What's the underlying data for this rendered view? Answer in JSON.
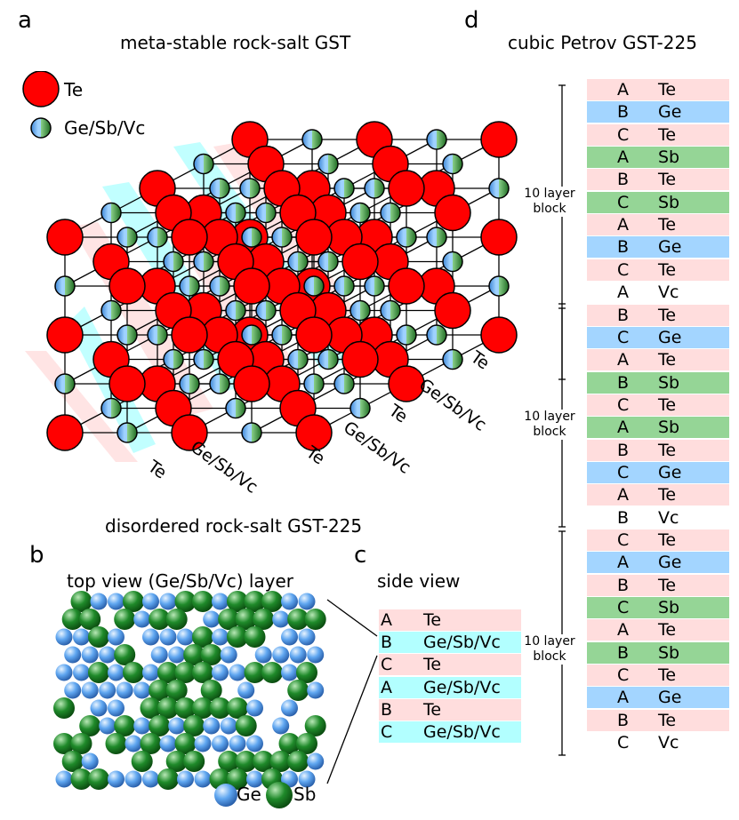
{
  "colors": {
    "te": "#ff0000",
    "ge": "#a3d5ff",
    "sb": "#95d596",
    "te_band": "#ffdddd",
    "mixed_band": "#b2ffff",
    "vc": "#ffffff"
  },
  "panel_a": {
    "letter": "a",
    "title": "meta-stable rock-salt GST",
    "legend": [
      {
        "label": "Te",
        "icon": "red-atom-icon"
      },
      {
        "label": "Ge/Sb/Vc",
        "icon": "mixed-atom-icon"
      }
    ],
    "plane_labels": [
      "Te",
      "Ge/Sb/Vc",
      "Te",
      "Ge/Sb/Vc",
      "Te",
      "Ge/Sb/Vc",
      "Te"
    ]
  },
  "panel_b": {
    "letter": "b",
    "heading": "disordered rock-salt GST-225",
    "title": "top view (Ge/Sb/Vc) layer",
    "legend": [
      {
        "label": "Ge",
        "icon": "ge-atom-icon"
      },
      {
        "label": "Sb",
        "icon": "sb-atom-icon"
      }
    ]
  },
  "panel_c": {
    "letter": "c",
    "title": "side view",
    "rows": [
      {
        "layer": "A",
        "element": "Te",
        "kind": "te"
      },
      {
        "layer": "B",
        "element": "Ge/Sb/Vc",
        "kind": "mixed"
      },
      {
        "layer": "C",
        "element": "Te",
        "kind": "te"
      },
      {
        "layer": "A",
        "element": "Ge/Sb/Vc",
        "kind": "mixed"
      },
      {
        "layer": "B",
        "element": "Te",
        "kind": "te"
      },
      {
        "layer": "C",
        "element": "Ge/Sb/Vc",
        "kind": "mixed"
      }
    ]
  },
  "panel_d": {
    "letter": "d",
    "title": "cubic Petrov GST-225",
    "block_label": "10 layer block",
    "rows": [
      {
        "layer": "A",
        "element": "Te",
        "kind": "te"
      },
      {
        "layer": "B",
        "element": "Ge",
        "kind": "ge"
      },
      {
        "layer": "C",
        "element": "Te",
        "kind": "te"
      },
      {
        "layer": "A",
        "element": "Sb",
        "kind": "sb"
      },
      {
        "layer": "B",
        "element": "Te",
        "kind": "te"
      },
      {
        "layer": "C",
        "element": "Sb",
        "kind": "sb"
      },
      {
        "layer": "A",
        "element": "Te",
        "kind": "te"
      },
      {
        "layer": "B",
        "element": "Ge",
        "kind": "ge"
      },
      {
        "layer": "C",
        "element": "Te",
        "kind": "te"
      },
      {
        "layer": "A",
        "element": "Vc",
        "kind": "vc"
      },
      {
        "layer": "B",
        "element": "Te",
        "kind": "te"
      },
      {
        "layer": "C",
        "element": "Ge",
        "kind": "ge"
      },
      {
        "layer": "A",
        "element": "Te",
        "kind": "te"
      },
      {
        "layer": "B",
        "element": "Sb",
        "kind": "sb"
      },
      {
        "layer": "C",
        "element": "Te",
        "kind": "te"
      },
      {
        "layer": "A",
        "element": "Sb",
        "kind": "sb"
      },
      {
        "layer": "B",
        "element": "Te",
        "kind": "te"
      },
      {
        "layer": "C",
        "element": "Ge",
        "kind": "ge"
      },
      {
        "layer": "A",
        "element": "Te",
        "kind": "te"
      },
      {
        "layer": "B",
        "element": "Vc",
        "kind": "vc"
      },
      {
        "layer": "C",
        "element": "Te",
        "kind": "te"
      },
      {
        "layer": "A",
        "element": "Ge",
        "kind": "ge"
      },
      {
        "layer": "B",
        "element": "Te",
        "kind": "te"
      },
      {
        "layer": "C",
        "element": "Sb",
        "kind": "sb"
      },
      {
        "layer": "A",
        "element": "Te",
        "kind": "te"
      },
      {
        "layer": "B",
        "element": "Sb",
        "kind": "sb"
      },
      {
        "layer": "C",
        "element": "Te",
        "kind": "te"
      },
      {
        "layer": "A",
        "element": "Ge",
        "kind": "ge"
      },
      {
        "layer": "B",
        "element": "Te",
        "kind": "te"
      },
      {
        "layer": "C",
        "element": "Vc",
        "kind": "vc"
      }
    ]
  }
}
